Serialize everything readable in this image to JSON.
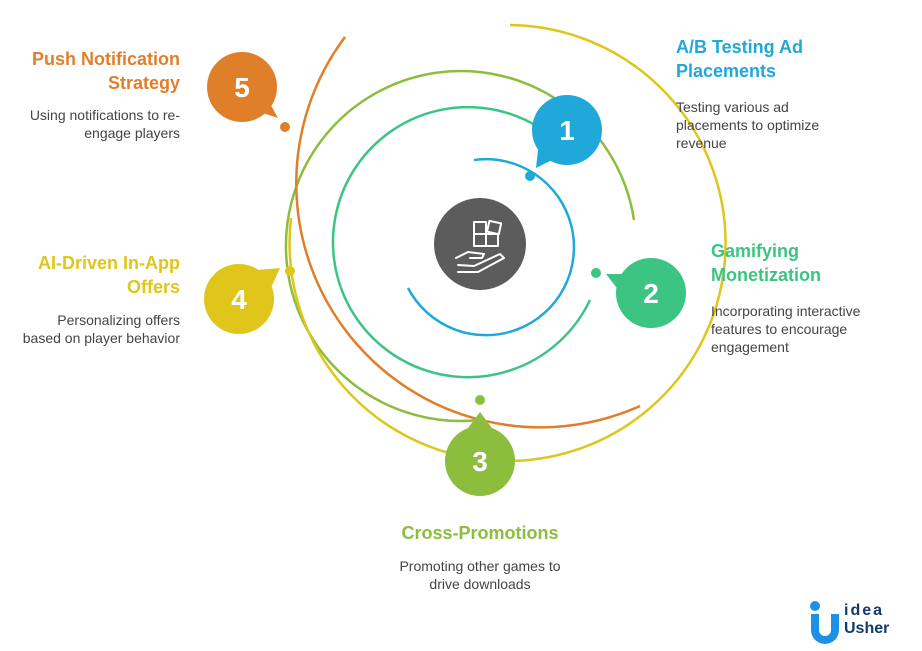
{
  "items": [
    {
      "number": "1",
      "title_line1": "A/B Testing Ad",
      "title_line2": "Placements",
      "desc_line1": "Testing various ad",
      "desc_line2": "placements to optimize",
      "desc_line3": "revenue",
      "color": "#1fa8d8"
    },
    {
      "number": "2",
      "title_line1": "Gamifying",
      "title_line2": "Monetization",
      "desc_line1": "Incorporating interactive",
      "desc_line2": "features to encourage",
      "desc_line3": "engagement",
      "color": "#3cc482"
    },
    {
      "number": "3",
      "title_line1": "Cross-Promotions",
      "desc_line1": "Promoting other games to",
      "desc_line2": "drive downloads",
      "color": "#8cbd3c"
    },
    {
      "number": "4",
      "title_line1": "AI-Driven In-App",
      "title_line2": "Offers",
      "desc_line1": "Personalizing offers",
      "desc_line2": "based on player behavior",
      "color": "#e0c51a"
    },
    {
      "number": "5",
      "title_line1": "Push Notification",
      "title_line2": "Strategy",
      "desc_line1": "Using notifications to re-",
      "desc_line2": "engage players",
      "color": "#e07f2a"
    }
  ],
  "center_icon": "hand-holding-blocks-icon",
  "logo": {
    "line1": "idea",
    "line2": "Usher",
    "icon": "idea-usher-logo"
  }
}
